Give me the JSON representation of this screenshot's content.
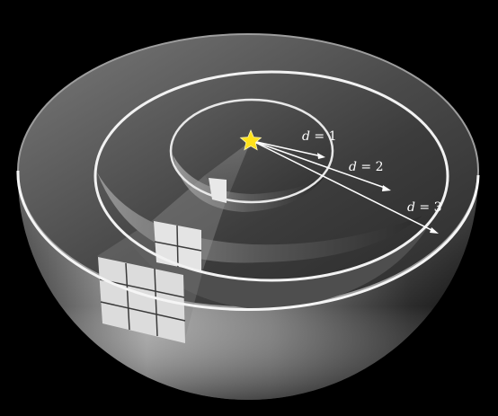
{
  "diagram": {
    "colors": {
      "background": "#000000",
      "shell": "#8a8a8a",
      "rim": "#f2f2f2",
      "ray": "#ffffff",
      "star": "#ffe21a",
      "patch": "#e6e6e6"
    },
    "labels": {
      "d1": {
        "var": "d",
        "rest": " = 1"
      },
      "d2": {
        "var": "d",
        "rest": " = 2"
      },
      "d3": {
        "var": "d",
        "rest": " = 3"
      }
    },
    "patches": {
      "inner_grid": "1x1",
      "middle_grid": "2x2",
      "outer_grid": "3x3"
    },
    "icons": {
      "source": "star-icon"
    }
  }
}
